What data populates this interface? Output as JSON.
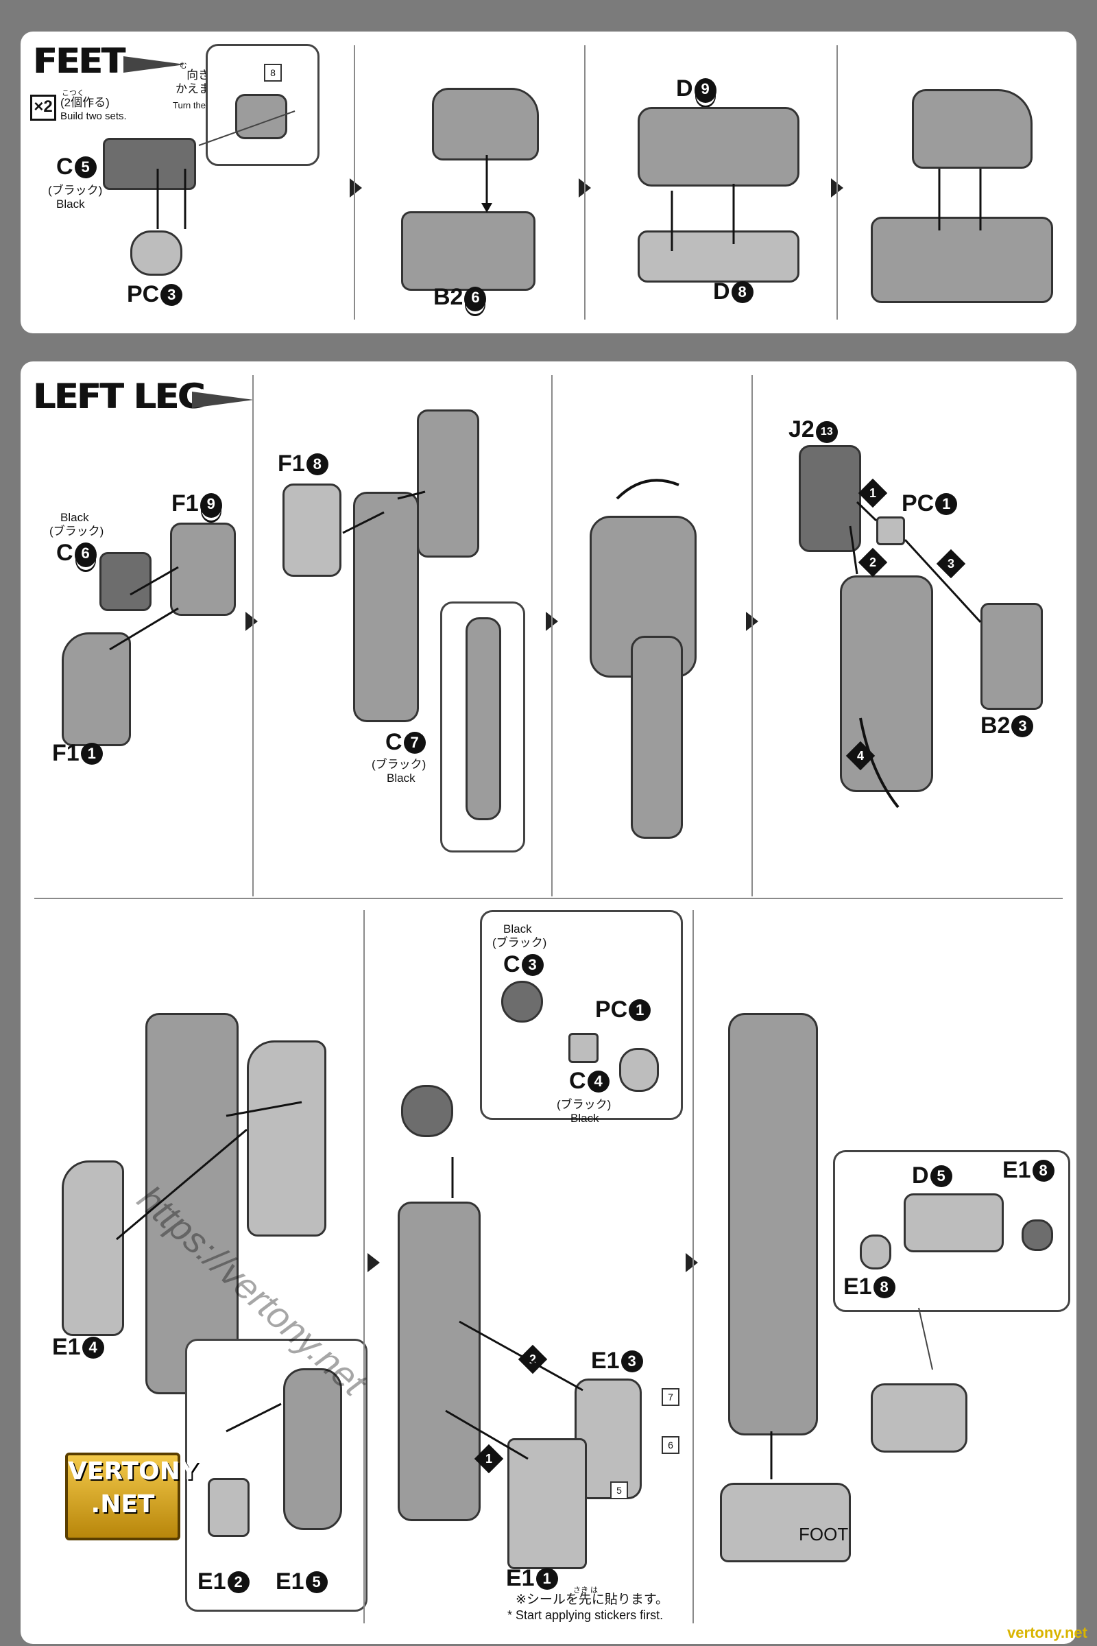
{
  "feet": {
    "title": "FEET",
    "multiplier": "×2",
    "build_note_jp": "(2個作る)",
    "build_note_furigana": "こつく",
    "build_note_en": "Build two sets.",
    "turn_note_jp": "向きを\nかえます。",
    "turn_note_furigana": "む",
    "turn_note_en": "Turn the part.",
    "sticker_8": "8",
    "parts": {
      "c5": "C",
      "c5_num": "5",
      "c5_color_jp": "(ブラック)",
      "c5_color_en": "Black",
      "pc3": "PC",
      "pc3_num": "3",
      "b26": "B2",
      "b26_num": "6",
      "d9": "D",
      "d9_num": "9",
      "d8": "D",
      "d8_num": "8"
    }
  },
  "left_leg": {
    "title": "LEFT LEG",
    "parts": {
      "c6_color_en": "Black",
      "c6_color_jp": "(ブラック)",
      "c6": "C",
      "c6_num": "6",
      "f19": "F1",
      "f19_num": "9",
      "f11": "F1",
      "f11_num": "1",
      "f18": "F1",
      "f18_num": "8",
      "c7": "C",
      "c7_num": "7",
      "c7_color_jp": "(ブラック)",
      "c7_color_en": "Black",
      "j213": "J2",
      "j213_num": "13",
      "pc1": "PC",
      "pc1_num": "1",
      "b23": "B2",
      "b23_num": "3",
      "e14": "E1",
      "e14_num": "4",
      "e12": "E1",
      "e12_num": "2",
      "e15": "E1",
      "e15_num": "5",
      "c3_color_en": "Black",
      "c3_color_jp": "(ブラック)",
      "c3": "C",
      "c3_num": "3",
      "pc1b": "PC",
      "pc1b_num": "1",
      "c4": "C",
      "c4_num": "4",
      "c4_color_jp": "(ブラック)",
      "c4_color_en": "Black",
      "e13": "E1",
      "e13_num": "3",
      "e11": "E1",
      "e11_num": "1",
      "d5": "D",
      "d5_num": "5",
      "e18a": "E1",
      "e18a_num": "8",
      "e18b": "E1",
      "e18b_num": "8",
      "foot": "FOOT"
    },
    "step_badges": [
      "1",
      "2",
      "3",
      "4"
    ],
    "stickers": [
      "7",
      "6",
      "5"
    ],
    "sticker_note_jp": "※シールを先に貼ります。",
    "sticker_note_furigana": "さき は",
    "sticker_note_en": "* Start applying stickers first."
  },
  "branding": {
    "logo_line1": "VERTONY",
    "logo_line2": ".NET",
    "watermark": "https://vertony.net",
    "footer_url": "vertony.net"
  }
}
